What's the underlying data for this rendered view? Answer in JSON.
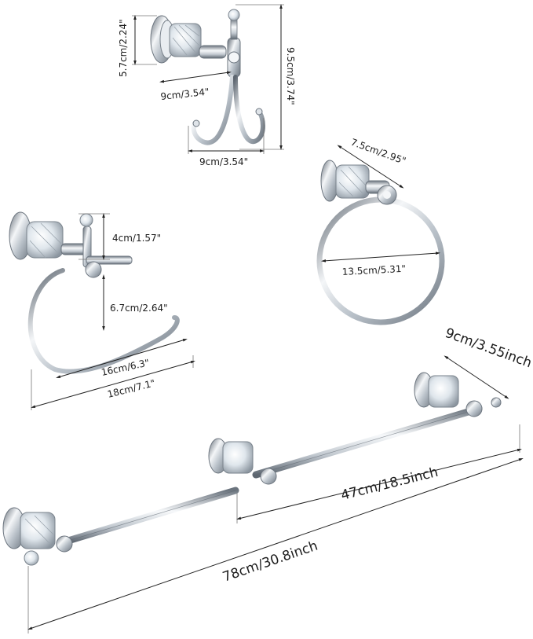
{
  "labels": {
    "hook_height": "5.7cm/2.24\"",
    "hook_total_height": "9.5cm/3.74\"",
    "hook_depth": "9cm/3.54\"",
    "hook_width": "9cm/3.54\"",
    "ring_depth": "7.5cm/2.95\"",
    "ring_diameter": "13.5cm/5.31\"",
    "tp_knob": "4cm/1.57\"",
    "tp_drop": "6.7cm/2.64\"",
    "tp_inner": "16cm/6.3\"",
    "tp_outer": "18cm/7.1\"",
    "bar_depth": "9cm/3.55inch",
    "short_bar_length": "47cm/18.5inch",
    "long_bar_length": "78cm/30.8inch"
  },
  "colors": {
    "chrome_light": "#f4f6f8",
    "chrome_mid": "#b9c1c9",
    "chrome_dark": "#5d6670",
    "dimension_line": "#222222"
  }
}
